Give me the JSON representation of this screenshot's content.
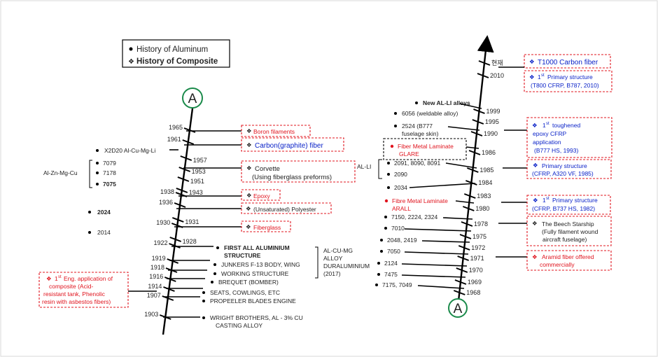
{
  "legend": {
    "aluminum": "History of Aluminum",
    "composite": "History of Composite"
  },
  "marker": "A",
  "left": {
    "years": [
      "1965",
      "1961",
      "1957",
      "1953",
      "1951",
      "1943",
      "1938",
      "1936",
      "1931",
      "1930",
      "1928",
      "1922",
      "1919",
      "1918",
      "1916",
      "1914",
      "1907",
      "1903"
    ],
    "alloys": {
      "x2d20": "X2D20  Al-Cu-Mg-Li",
      "a7079": "7079",
      "a7178": "7178",
      "a7075": "7075",
      "a2024": "2024",
      "a2014": "2014",
      "group": "Al-Zn-Mg-Cu"
    },
    "events": {
      "first_all1": "FIRST ALL ALUMINIUM",
      "first_all2": "STRUCTURE",
      "junkers": "JUNKERS F-13 BODY, WING",
      "working": "WORKING STRUCTURE",
      "brequet": "BREQUET (BOMBER)",
      "seats": "SEATS, COWLINGS, ETC",
      "propeller": "PROPEELER BLADES ENGINE",
      "wright1": "WRIGHT BROTHERS, AL - 3% CU",
      "wright2": "CASTING ALLOY"
    },
    "alloy_note": [
      "AL-CU-MG",
      "ALLOY",
      "DURALUMINIUM",
      "(2017)"
    ],
    "composites": {
      "boron": "Boron filaments",
      "carbon": "Carbon(graphite)  fiber",
      "corvette1": "Corvette",
      "corvette2": "(Using fiberglass preforms)",
      "epoxy": "Epoxy",
      "polyester": "(Unsaturated) Polyester",
      "fiberglass": "Fiberglass"
    },
    "first_eng": {
      "sup": "st",
      "pre": "1",
      "l1": "Eng. application of",
      "l2": "composite (Acid-",
      "l3": "resistant tank, Phenolic",
      "l4": "resin with asbestos fibers)"
    }
  },
  "right": {
    "years": [
      "현재",
      "2010",
      "1999",
      "1995",
      "1990",
      "1986",
      "1985",
      "1984",
      "1983",
      "1980",
      "1978",
      "1975",
      "1972",
      "1971",
      "1970",
      "1969",
      "1968"
    ],
    "alloys": {
      "new_alli": "New AL-LI alloys",
      "a6056": "6056 (weldable  alloy)",
      "a2524_1": "2524 (B777",
      "a2524_2": "fuselage  skin)",
      "glare1": "Fiber Metal Laminate",
      "glare2": "GLARE",
      "alli": "AL-LI",
      "a2091": "2091, 8090, 8091",
      "a2090": "2090",
      "a2034": "2034",
      "arall1": "Fibre Metal Laminate",
      "arall2": "ARALL",
      "a7150": "7150, 2224, 2324",
      "a7010": "7010",
      "a2048": "2048, 2419",
      "a7050": "7050",
      "a2124": "2124",
      "a7475": "7475",
      "a7175": "7175, 7049"
    },
    "composites": {
      "t1000": "T1000 Carbon fiber",
      "ps1_sup": "st",
      "ps1_pre": "1",
      "ps1_l1": "Primary structure",
      "ps1_l2": "(T800 CFRP, B787, 2010)",
      "tough_pre": "1",
      "tough_sup": "st",
      "tough_l1": "toughened",
      "tough_l2": "epoxy CFRP",
      "tough_l3": "application",
      "tough_l4": "(B777 HS, 1993)",
      "ps2_l1": "Primary structure",
      "ps2_l2": "(CFRP, A320 VF, 1985)",
      "ps3_pre": "1",
      "ps3_sup": "st",
      "ps3_l1": "Primary structure",
      "ps3_l2": "(CFRP, B737 HS, 1982)",
      "beech1": "The Beech Starship",
      "beech2": "(Fully filament wound",
      "beech3": "aircraft fuselage)",
      "aramid1": "Aramid fiber offered",
      "aramid2": "commercially"
    }
  }
}
